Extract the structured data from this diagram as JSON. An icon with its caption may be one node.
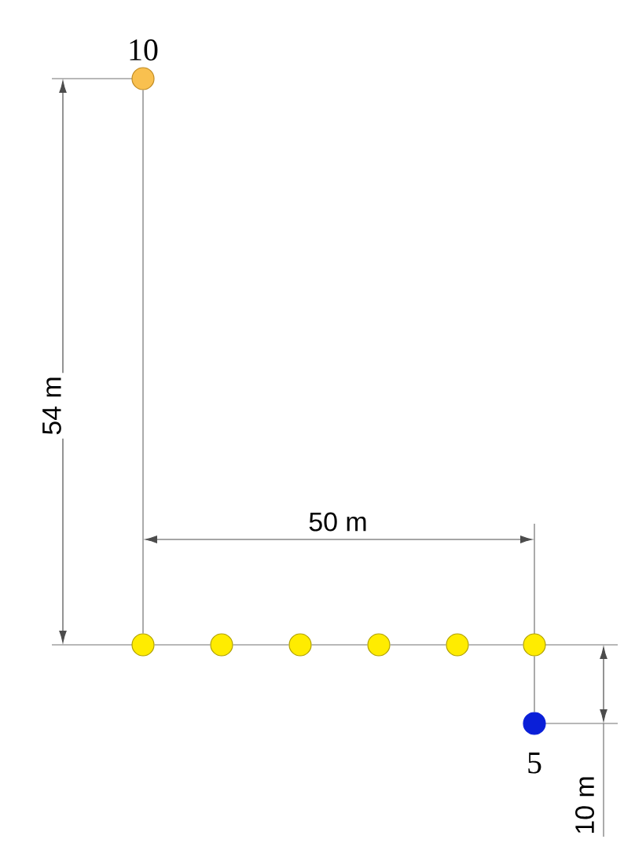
{
  "diagram": {
    "nodes": [
      {
        "text": [],
        "shape": "circle",
        "beside": [
          "10"
        ]
      },
      {
        "text": [],
        "shape": "circle"
      },
      {
        "text": [],
        "shape": "circle"
      },
      {
        "text": [],
        "shape": "circle"
      },
      {
        "text": [],
        "shape": "circle"
      },
      {
        "text": [],
        "shape": "circle"
      },
      {
        "text": [],
        "shape": "circle"
      },
      {
        "text": [],
        "shape": "circle",
        "beside": [
          "5"
        ]
      }
    ],
    "edges": [
      {
        "from": 0,
        "to": 1,
        "arrow": "none"
      },
      {
        "from": 1,
        "to": 2,
        "arrow": "none"
      },
      {
        "from": 2,
        "to": 3,
        "arrow": "none"
      },
      {
        "from": 3,
        "to": 4,
        "arrow": "none"
      },
      {
        "from": 4,
        "to": 5,
        "arrow": "none"
      },
      {
        "from": 5,
        "to": 6,
        "arrow": "none"
      },
      {
        "from": 6,
        "to": 7,
        "arrow": "none"
      }
    ],
    "labels": [
      "54 m",
      "50 m",
      "10 m"
    ]
  }
}
